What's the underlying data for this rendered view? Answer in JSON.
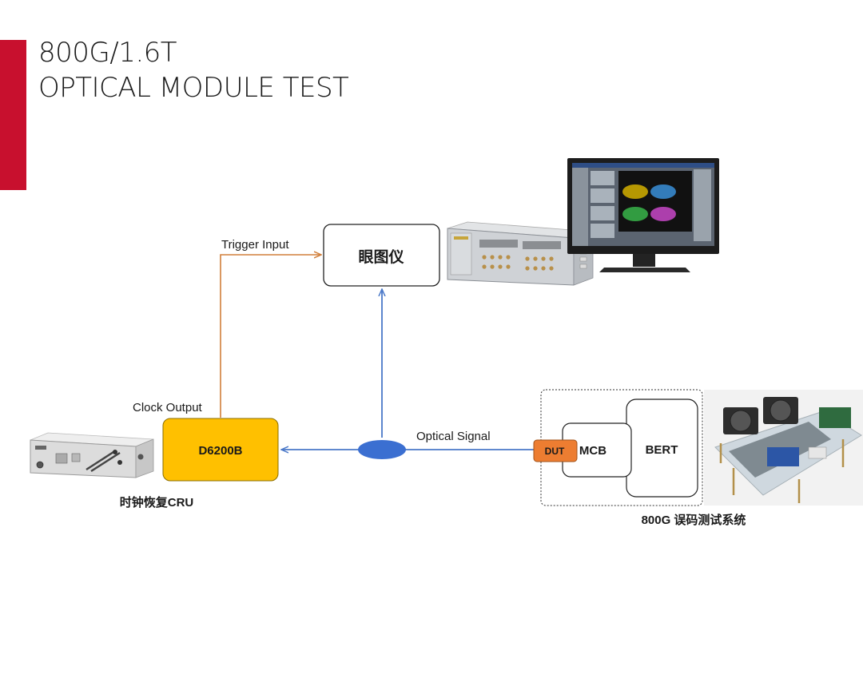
{
  "colors": {
    "accent": "#c8102e",
    "trigger_line": "#d17f3a",
    "signal_line": "#4a78c8",
    "splitter": "#3b6fd1",
    "cru_box": "#ffc000",
    "dut_box": "#ed7d31"
  },
  "title": {
    "line1": "800G/1.6T",
    "line2": "OPTICAL MODULE TEST"
  },
  "diagram": {
    "scope_label": "眼图仪",
    "cru_label": "D6200B",
    "cru_caption": "时钟恢复CRU",
    "trigger_label": "Trigger Input",
    "clock_label": "Clock Output",
    "optical_label": "Optical Signal",
    "dut_label": "DUT",
    "mcb_label": "MCB",
    "bert_label": "BERT",
    "system_caption": "800G 误码测试系统"
  }
}
